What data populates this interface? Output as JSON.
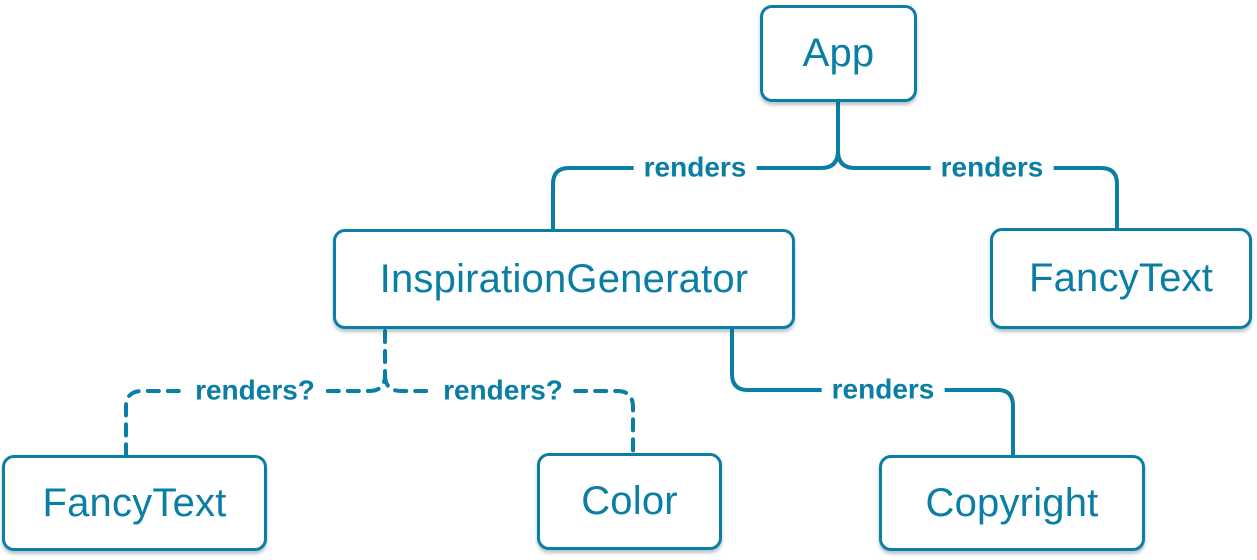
{
  "colors": {
    "accent": "#0a7ea4",
    "node_background": "#ffffff",
    "edge_stroke": "#0a7ea4"
  },
  "nodes": {
    "app": {
      "label": "App"
    },
    "inspiration_generator": {
      "label": "InspirationGenerator"
    },
    "fancy_text_top": {
      "label": "FancyText"
    },
    "fancy_text_bottom": {
      "label": "FancyText"
    },
    "color": {
      "label": "Color"
    },
    "copyright": {
      "label": "Copyright"
    }
  },
  "edges": {
    "app_to_inspiration_generator": {
      "label": "renders",
      "style": "solid",
      "from": "App",
      "to": "InspirationGenerator"
    },
    "app_to_fancy_text": {
      "label": "renders",
      "style": "solid",
      "from": "App",
      "to": "FancyText"
    },
    "inspiration_generator_to_copyright": {
      "label": "renders",
      "style": "solid",
      "from": "InspirationGenerator",
      "to": "Copyright"
    },
    "inspiration_generator_to_fancy_text": {
      "label": "renders?",
      "style": "dashed",
      "from": "InspirationGenerator",
      "to": "FancyText"
    },
    "inspiration_generator_to_color": {
      "label": "renders?",
      "style": "dashed",
      "from": "InspirationGenerator",
      "to": "Color"
    }
  }
}
